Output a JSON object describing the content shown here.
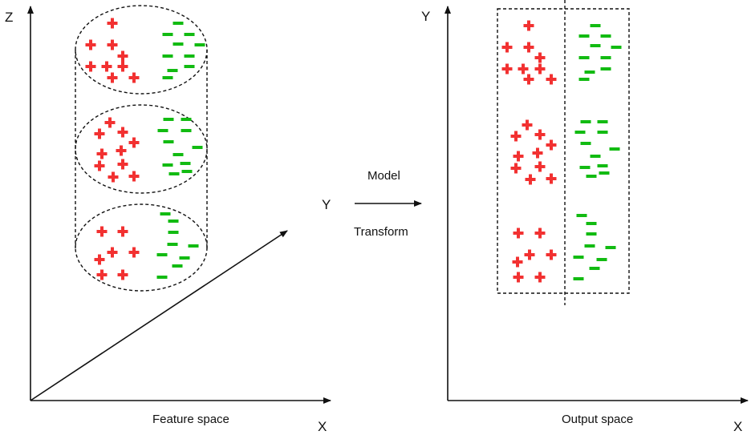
{
  "left_panel": {
    "axis_z_label": "Z",
    "axis_y_label": "Y",
    "axis_x_label": "X",
    "caption": "Feature space",
    "clusters": [
      {
        "name": "top",
        "plus": [
          [
            140,
            29
          ],
          [
            113,
            56
          ],
          [
            140,
            56
          ],
          [
            153,
            70
          ],
          [
            113,
            83
          ],
          [
            133,
            83
          ],
          [
            153,
            83
          ],
          [
            140,
            97
          ],
          [
            167,
            97
          ]
        ],
        "minus": [
          [
            222,
            29
          ],
          [
            209,
            43
          ],
          [
            236,
            43
          ],
          [
            222,
            55
          ],
          [
            249,
            56
          ],
          [
            209,
            70
          ],
          [
            236,
            70
          ],
          [
            215,
            88
          ],
          [
            236,
            83
          ],
          [
            209,
            97
          ]
        ]
      },
      {
        "name": "middle",
        "plus": [
          [
            137,
            153
          ],
          [
            124,
            167
          ],
          [
            153,
            165
          ],
          [
            167,
            178
          ],
          [
            127,
            192
          ],
          [
            151,
            188
          ],
          [
            124,
            207
          ],
          [
            153,
            205
          ],
          [
            141,
            221
          ],
          [
            167,
            220
          ]
        ],
        "minus": [
          [
            210,
            149
          ],
          [
            232,
            149
          ],
          [
            203,
            163
          ],
          [
            232,
            163
          ],
          [
            210,
            177
          ],
          [
            246,
            184
          ],
          [
            222,
            193
          ],
          [
            209,
            206
          ],
          [
            231,
            204
          ],
          [
            217,
            217
          ],
          [
            233,
            214
          ]
        ]
      },
      {
        "name": "bottom",
        "plus": [
          [
            127,
            289
          ],
          [
            153,
            289
          ],
          [
            140,
            315
          ],
          [
            167,
            315
          ],
          [
            124,
            324
          ],
          [
            127,
            343
          ],
          [
            153,
            343
          ]
        ],
        "minus": [
          [
            206,
            267
          ],
          [
            216,
            276
          ],
          [
            216,
            290
          ],
          [
            215,
            305
          ],
          [
            241,
            307
          ],
          [
            202,
            318
          ],
          [
            230,
            322
          ],
          [
            221,
            332
          ],
          [
            202,
            346
          ]
        ]
      }
    ]
  },
  "transform": {
    "top_label": "Model",
    "bottom_label": "Transform"
  },
  "right_panel": {
    "axis_y_label": "Y",
    "axis_x_label": "X",
    "caption": "Output space",
    "clusters": [
      {
        "name": "top",
        "plus": [
          [
            659,
            32
          ],
          [
            632,
            59
          ],
          [
            659,
            59
          ],
          [
            673,
            72
          ],
          [
            632,
            86
          ],
          [
            652,
            86
          ],
          [
            673,
            86
          ],
          [
            659,
            99
          ],
          [
            687,
            99
          ]
        ],
        "minus": [
          [
            742,
            32
          ],
          [
            728,
            45
          ],
          [
            755,
            45
          ],
          [
            742,
            57
          ],
          [
            768,
            59
          ],
          [
            728,
            72
          ],
          [
            755,
            72
          ],
          [
            735,
            90
          ],
          [
            755,
            86
          ],
          [
            728,
            99
          ]
        ]
      },
      {
        "name": "middle",
        "plus": [
          [
            657,
            156
          ],
          [
            643,
            170
          ],
          [
            673,
            168
          ],
          [
            687,
            181
          ],
          [
            646,
            195
          ],
          [
            670,
            191
          ],
          [
            643,
            210
          ],
          [
            673,
            208
          ],
          [
            661,
            224
          ],
          [
            687,
            223
          ]
        ],
        "minus": [
          [
            730,
            152
          ],
          [
            751,
            152
          ],
          [
            723,
            165
          ],
          [
            751,
            165
          ],
          [
            730,
            179
          ],
          [
            766,
            186
          ],
          [
            742,
            195
          ],
          [
            729,
            209
          ],
          [
            751,
            207
          ],
          [
            737,
            220
          ],
          [
            753,
            216
          ]
        ]
      },
      {
        "name": "bottom",
        "plus": [
          [
            646,
            291
          ],
          [
            673,
            291
          ],
          [
            660,
            318
          ],
          [
            687,
            318
          ],
          [
            645,
            327
          ],
          [
            646,
            346
          ],
          [
            673,
            346
          ]
        ],
        "minus": [
          [
            725,
            269
          ],
          [
            737,
            279
          ],
          [
            737,
            292
          ],
          [
            735,
            307
          ],
          [
            761,
            309
          ],
          [
            721,
            321
          ],
          [
            750,
            324
          ],
          [
            741,
            335
          ],
          [
            721,
            348
          ]
        ]
      }
    ]
  },
  "colors": {
    "plus": "#f23131",
    "minus": "#12bb12",
    "axis": "#111111",
    "dash": "#111111"
  }
}
